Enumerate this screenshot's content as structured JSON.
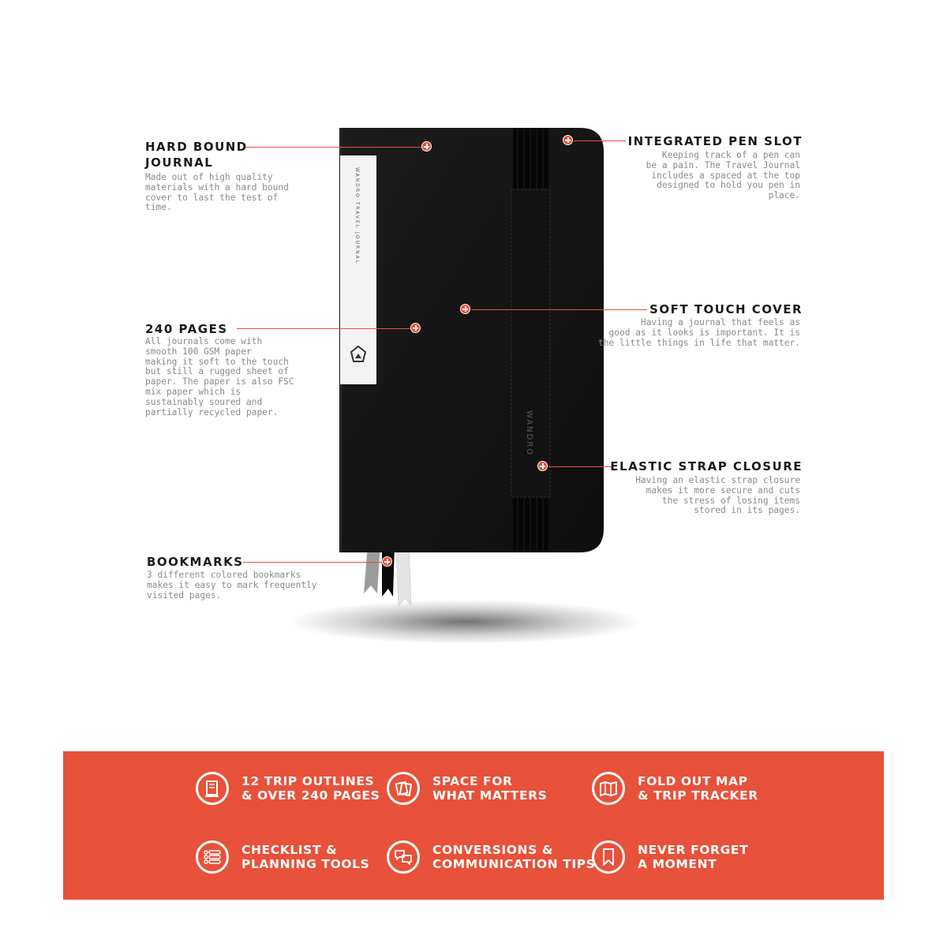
{
  "journal": {
    "cover_label": "WANDRO TRAVEL JOURNAL",
    "strap_brand": "WANDRO"
  },
  "callouts": {
    "hard_bound": {
      "title_line1": "HARD BOUND",
      "title_line2": "JOURNAL",
      "desc": [
        "Made out of high quality",
        "materials with a hard bound",
        "cover to last the test of",
        "time."
      ]
    },
    "pages": {
      "title": "240 PAGES",
      "desc": [
        "All journals come with",
        "smooth 100 GSM paper",
        "making it soft to the touch",
        "but still a rugged sheet of",
        "paper. The paper is also FSC",
        "mix paper which is",
        "sustainably soured and",
        "partially recycled paper."
      ]
    },
    "bookmarks": {
      "title": "BOOKMARKS",
      "desc": [
        "3 different colored bookmarks",
        "makes it easy to mark frequently",
        "visited pages."
      ]
    },
    "pen_slot": {
      "title": "INTEGRATED PEN SLOT",
      "desc": [
        "Keeping track of a pen can",
        "be a pain. The Travel Journal",
        "includes a spaced at the top",
        "designed to hold you pen in",
        "place."
      ]
    },
    "soft_touch": {
      "title": "SOFT TOUCH COVER",
      "desc": [
        "Having a journal that feels as",
        "good as it looks is important. It is",
        "the little things in life that matter."
      ]
    },
    "elastic": {
      "title": "ELASTIC STRAP CLOSURE",
      "desc": [
        "Having an elastic strap closure",
        "makes it more secure and cuts",
        "the stress of losing items",
        "stored in its pages."
      ]
    }
  },
  "features": [
    {
      "icon": "notebook-stack-icon",
      "line1": "12 TRIP OUTLINES",
      "line2": "& OVER 240 PAGES"
    },
    {
      "icon": "photos-icon",
      "line1": "SPACE FOR",
      "line2": "WHAT MATTERS"
    },
    {
      "icon": "folded-map-icon",
      "line1": "FOLD OUT MAP",
      "line2": "& TRIP TRACKER"
    },
    {
      "icon": "checklist-icon",
      "line1": "CHECKLIST &",
      "line2": "PLANNING TOOLS"
    },
    {
      "icon": "speech-bubbles-icon",
      "line1": "CONVERSIONS &",
      "line2": "COMMUNICATION TIPS"
    },
    {
      "icon": "bookmark-icon",
      "line1": "NEVER FORGET",
      "line2": "A MOMENT"
    }
  ],
  "colors": {
    "accent": "#e8513a",
    "cover": "#161616",
    "title_text": "#1a1a1a",
    "desc_text": "#8a8a8a"
  }
}
